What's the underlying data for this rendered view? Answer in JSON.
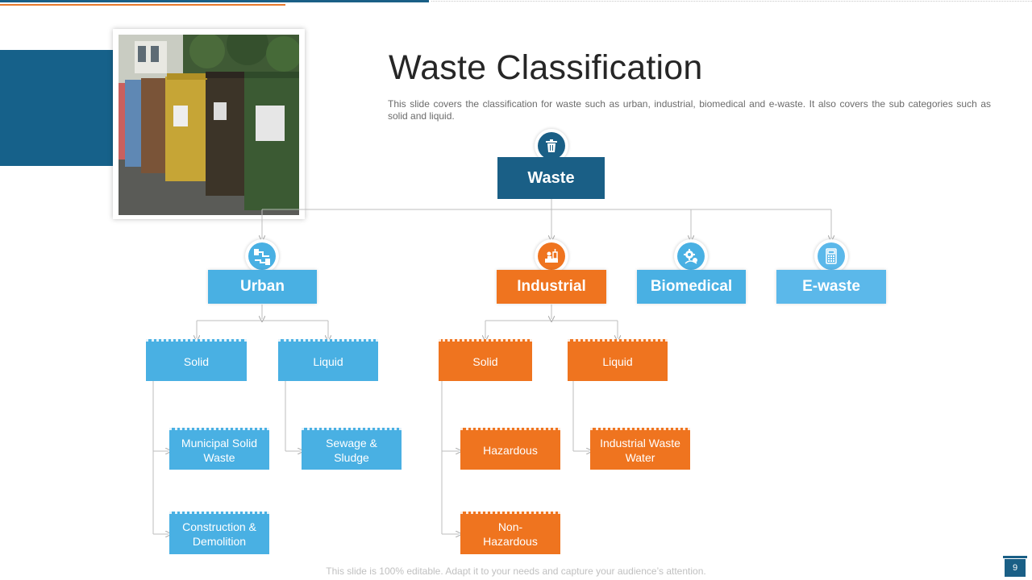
{
  "slide": {
    "title": "Waste Classification",
    "subtitle": "This slide covers the classification for waste such as urban, industrial, biomedical and e-waste. It also covers the sub categories such as solid and liquid.",
    "footer": "This slide is 100% editable. Adapt it to your needs and capture your audience’s attention.",
    "page_number": "9"
  },
  "colors": {
    "dark_blue": "#1a5f86",
    "blue": "#49b0e3",
    "orange": "#ef741f"
  },
  "tree": {
    "root": {
      "label": "Waste",
      "icon": "trash-can-icon"
    },
    "categories": [
      {
        "label": "Urban",
        "icon": "pipes-icon"
      },
      {
        "label": "Industrial",
        "icon": "factory-worker-icon"
      },
      {
        "label": "Biomedical",
        "icon": "biomedical-gear-icon"
      },
      {
        "label": "E-waste",
        "icon": "calculator-icon"
      }
    ],
    "urban_types": [
      {
        "label": "Solid",
        "children": [
          "Municipal Solid Waste",
          "Construction & Demolition"
        ]
      },
      {
        "label": "Liquid",
        "children": [
          "Sewage & Sludge"
        ]
      }
    ],
    "industrial_types": [
      {
        "label": "Solid",
        "children": [
          "Hazardous",
          "Non-Hazardous"
        ]
      },
      {
        "label": "Liquid",
        "children": [
          "Industrial Waste Water"
        ]
      }
    ]
  }
}
